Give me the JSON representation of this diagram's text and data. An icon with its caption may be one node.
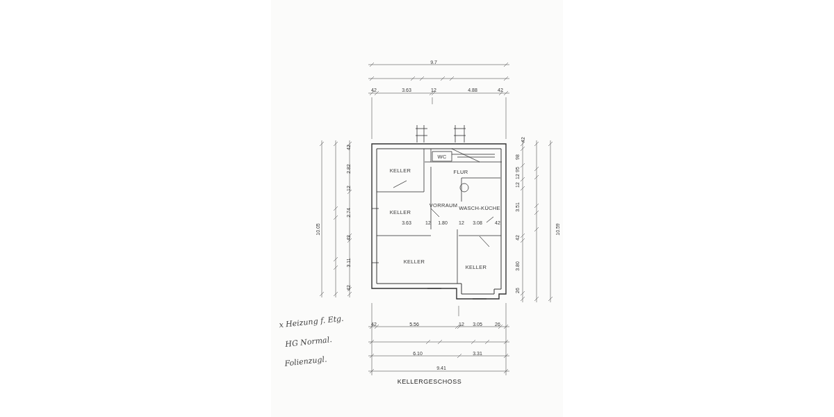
{
  "diagram": {
    "title": "KELLERGESCHOSS",
    "labels": [
      "9.7",
      "42",
      "3.63",
      "12",
      "4.88",
      "42",
      "KELLER",
      "WC",
      "FLUR",
      "KELLER",
      "VORRAUM",
      "WASCH-KÜCHE",
      "3.63",
      "12",
      "1.80",
      "12",
      "3.08",
      "42",
      "KELLER",
      "KELLER",
      "42",
      "2.82",
      "12",
      "2.74",
      "42",
      "3.11",
      "42",
      "10.05",
      "42",
      "98",
      "95",
      "12",
      "12",
      "3.51",
      "42",
      "3.80",
      "26",
      "10.59",
      "x Heizung f. Etg.",
      "HG Normal.",
      "Folienzugl.",
      "42",
      "5.56",
      "12",
      "3.05",
      "26",
      "6.10",
      "3.31",
      "9.41"
    ]
  }
}
